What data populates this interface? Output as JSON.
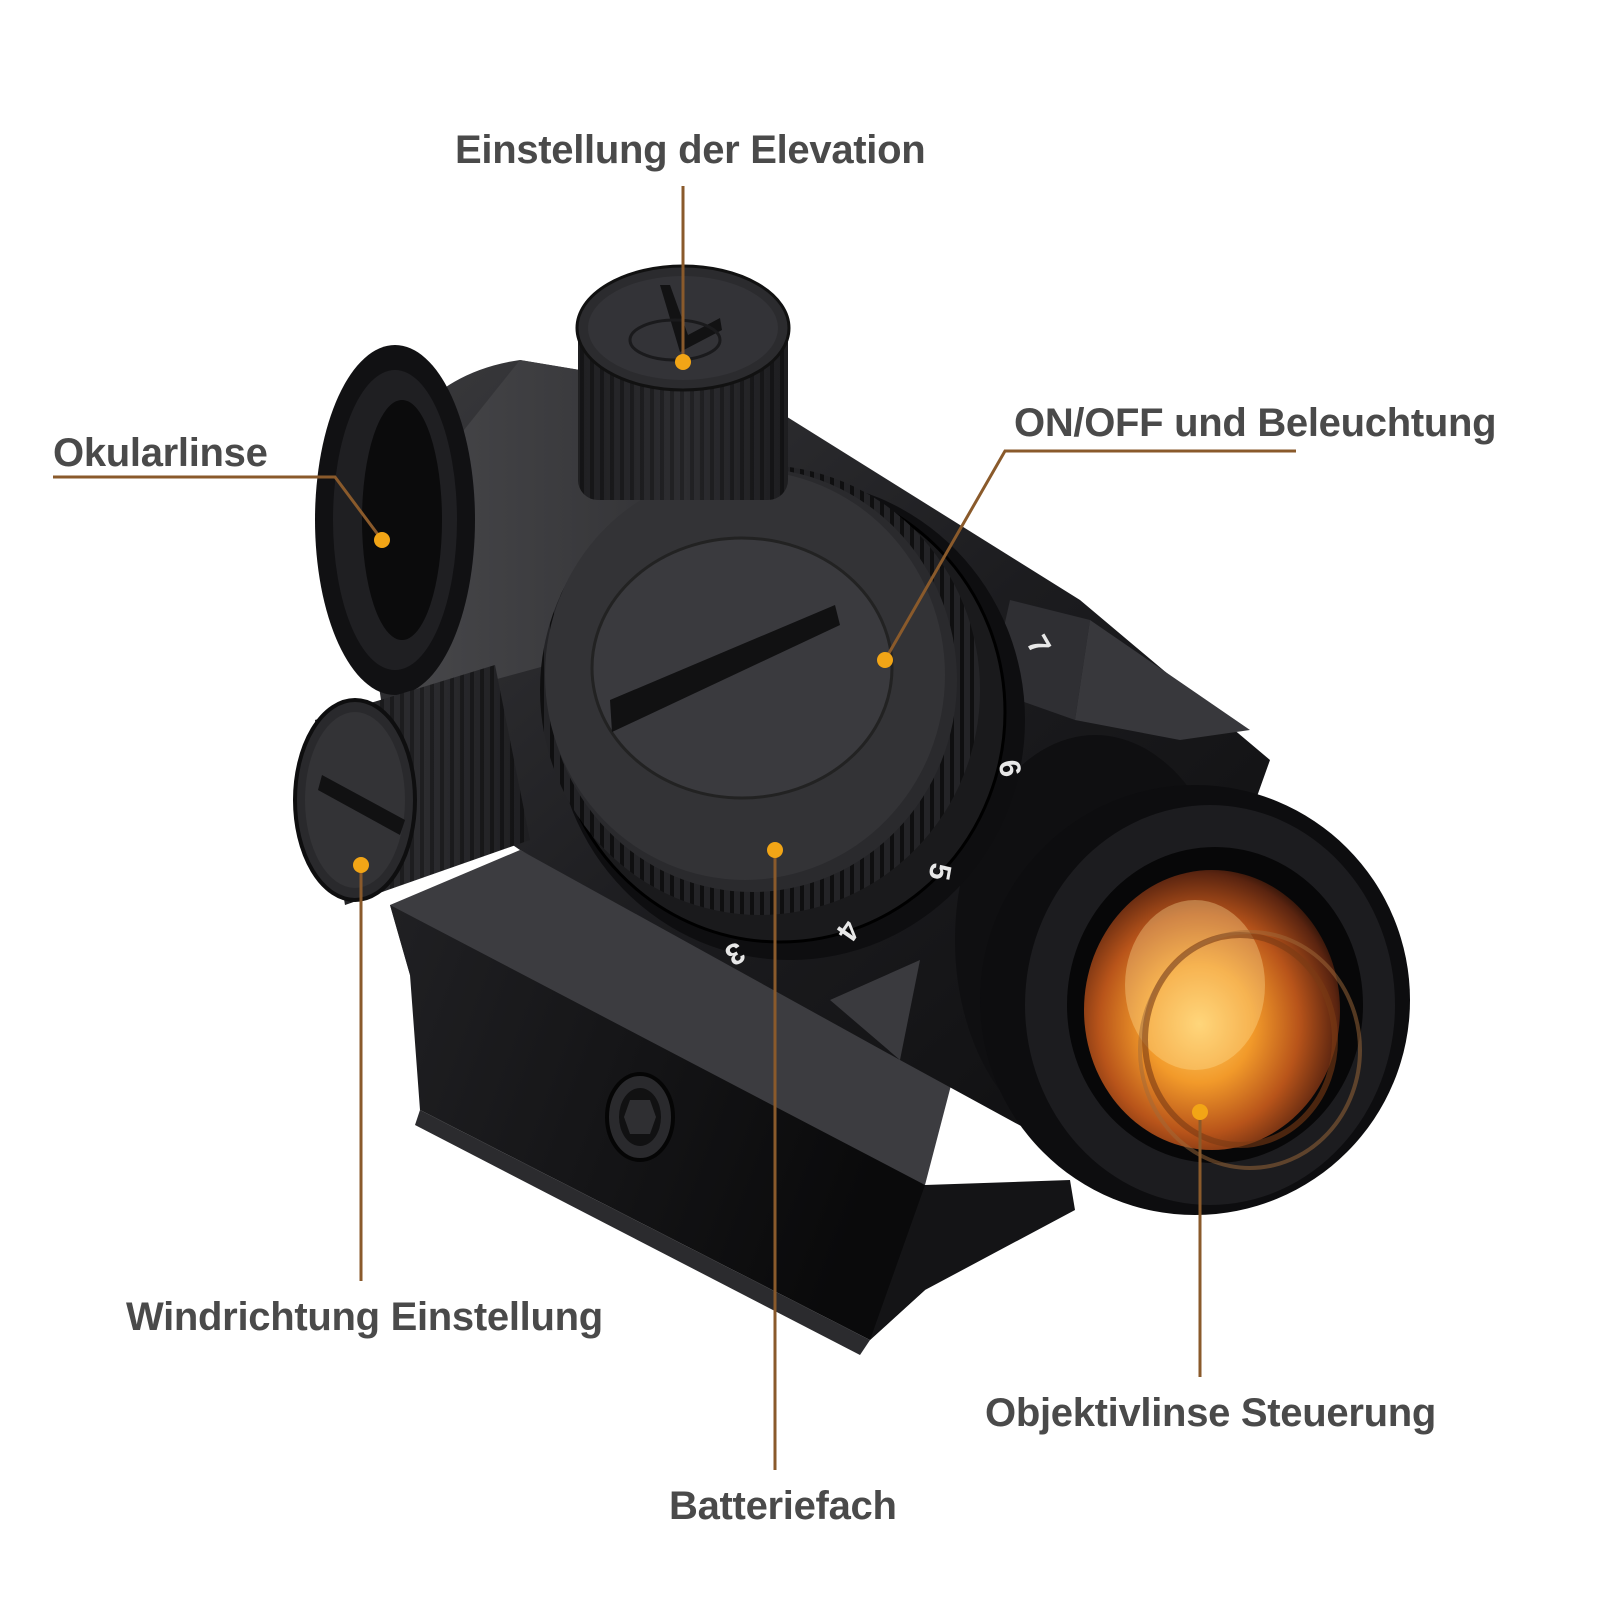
{
  "callouts": {
    "elevation": "Einstellung der Elevation",
    "okular": "Okularlinse",
    "onoff": "ON/OFF und Beleuchtung",
    "wind": "Windrichtung Einstellung",
    "objektiv": "Objektivlinse Steuerung",
    "batterie": "Batteriefach"
  },
  "dial_numbers": [
    "3",
    "4",
    "5",
    "6",
    "7"
  ],
  "colors": {
    "leader_line": "#8a5a2b",
    "dot": "#f2a516",
    "label_text": "#4a4a4a",
    "body": "#1b1b1d"
  }
}
